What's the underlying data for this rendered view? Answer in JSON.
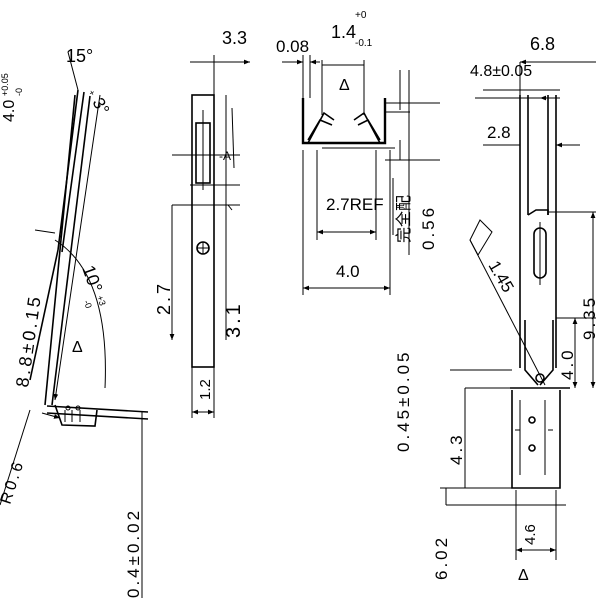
{
  "colors": {
    "ink": "#000000",
    "paper": "#ffffff"
  },
  "left_view": {
    "dim_15deg": "15°",
    "dim_4_0": "4.0",
    "dim_4_0_tol_upper": "+0.05",
    "dim_4_0_tol_lower": "-0",
    "dim_3deg": "3°",
    "dim_3deg_tol": "+",
    "dim_8_8": "8.8±0.15",
    "dim_10deg": "10°",
    "dim_10deg_tol_upper": "+3",
    "dim_10deg_tol_lower": "-0",
    "delta": "Δ",
    "dim_r0_6": "R0.6",
    "dim_0_4": "0.4±0.02"
  },
  "side_view": {
    "dim_3_3": "3.3",
    "datum_a": "-A",
    "dim_2_7": "2.7",
    "dim_3_1": "3.1",
    "dim_1_2": "1.2"
  },
  "top_view": {
    "dim_0_08": "0.08",
    "dim_1_4": "1.4",
    "dim_1_4_tol_upper": "+0",
    "dim_1_4_tol_lower": "-0.1",
    "delta": "Δ",
    "dim_2_7ref": "2.7REF",
    "dim_4_0": "4.0",
    "dim_0_56": "0.56",
    "note_cjk": "完全配",
    "dim_0_45": "0.45±0.05"
  },
  "right_view": {
    "dim_4_8": "4.8±0.05",
    "dim_6_8": "6.8",
    "dim_2_8": "2.8",
    "dim_1_45": "1.45",
    "dim_9_35": "9.35",
    "dim_4_0": "4.0",
    "dim_4_3": "4.3",
    "dim_6_02": "6.02",
    "dim_4_6": "4.6",
    "delta": "Δ"
  }
}
